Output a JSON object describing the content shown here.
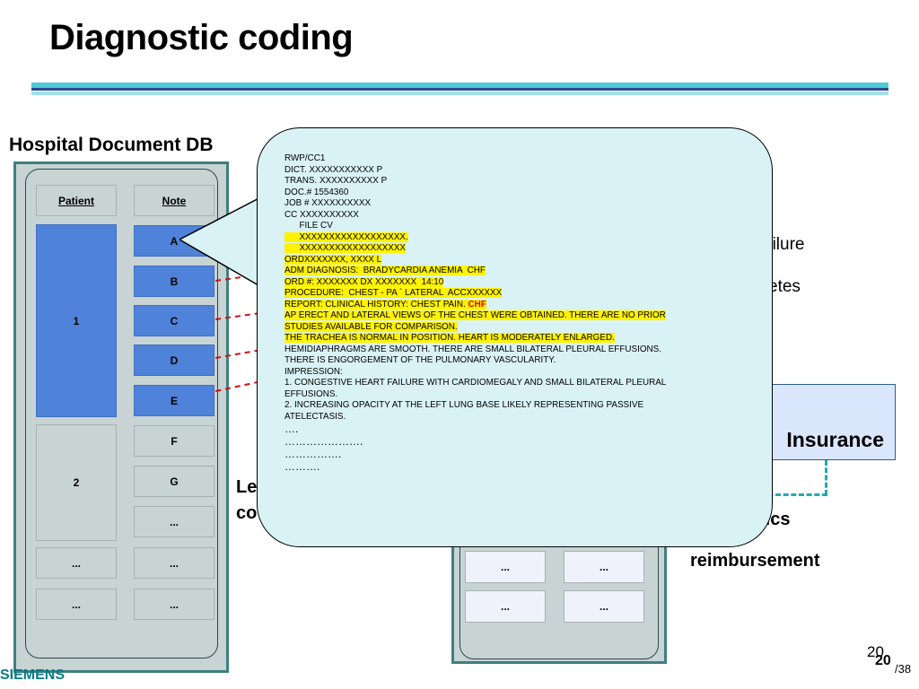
{
  "slide": {
    "title": "Diagnostic coding"
  },
  "database": {
    "title": "Hospital Document DB",
    "headers": {
      "patient": "Patient",
      "note": "Note"
    },
    "patients": [
      "1",
      "2",
      "...",
      "..."
    ],
    "notes": [
      "A",
      "B",
      "C",
      "D",
      "E",
      "F",
      "G",
      "...",
      "...",
      "..."
    ]
  },
  "second_db": {
    "cells": [
      "...",
      "...",
      "...",
      "..."
    ]
  },
  "background_text": {
    "line1_fragment": "ailure",
    "line2_fragment": "etes",
    "left_fragment_1": "Le",
    "left_fragment_2": "co",
    "stats_fragment": "tics",
    "reimbursement": "reimbursement",
    "insurance": "Insurance"
  },
  "note": {
    "lines": [
      "RWP/CC1",
      "DICT. XXXXXXXXXXX P",
      "TRANS. XXXXXXXXXX P",
      "DOC.# 1554360",
      "JOB # XXXXXXXXXX",
      "CC XXXXXXXXXX",
      "      FILE CV",
      "      XXXXXXXXXXXXXXXXXX.",
      "      XXXXXXXXXXXXXXXXXX",
      "ORDXXXXXXX, XXXX L",
      "ADM DIAGNOSIS:  BRADYCARDIA ANEMIA  CHF",
      "ORD #: XXXXXXX DX XXXXXXX  14:10",
      "PROCEDURE:  CHEST - PA ` LATERAL  ACCXXXXXX",
      "REPORT: CLINICAL HISTORY: CHEST PAIN.",
      "CHF",
      "AP ERECT AND LATERAL VIEWS OF THE CHEST WERE OBTAINED. THERE ARE NO PRIOR",
      "STUDIES AVAILABLE FOR COMPARISON.",
      "THE TRACHEA IS NORMAL IN POSITION. HEART IS MODERATELY ENLARGED.",
      "HEMIDIAPHRAGMS ARE SMOOTH. THERE ARE SMALL BILATERAL PLEURAL EFFUSIONS.",
      "THERE IS ENGORGEMENT OF THE PULMONARY VASCULARITY.",
      "IMPRESSION:",
      "1. CONGESTIVE HEART FAILURE WITH CARDIOMEGALY AND SMALL BILATERAL PLEURAL",
      "EFFUSIONS.",
      "2. INCREASING OPACITY AT THE LEFT LUNG BASE LIKELY REPRESENTING PASSIVE",
      "ATELECTASIS.",
      "….",
      "………………….",
      "…………….",
      "………."
    ]
  },
  "footer": {
    "brand": "SIEMENS",
    "page_bg": "20",
    "page": "20",
    "total": "/38"
  },
  "colors": {
    "blue_cell": "#4f82d9",
    "callout": "#d9f2f6",
    "highlight": "#fff200",
    "brand": "#0a7a86"
  }
}
